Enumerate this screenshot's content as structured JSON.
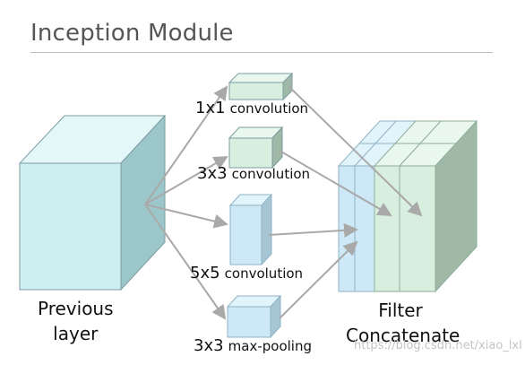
{
  "title": "Inception Module",
  "labels": {
    "previous_layer": [
      "Previous",
      "layer"
    ],
    "conv1_num": "1x1",
    "conv1_text": "convolution",
    "conv3_num": "3x3",
    "conv3_text": "convolution",
    "conv5_num": "5x5",
    "conv5_text": "convolution",
    "pool_num": "3x3",
    "pool_text": "max-pooling",
    "filter_concat": [
      "Filter",
      "Concatenate"
    ]
  },
  "watermark": "https://blog.csdn.net/xiao_lxl",
  "colors": {
    "prev_front": "#cdeff2",
    "prev_top": "#e3f7f8",
    "prev_side": "#9cc7ca",
    "green_front": "#d8eedf",
    "green_top": "#e9f7ee",
    "green_side": "#9fb9a6",
    "blue_front": "#cde9f7",
    "blue_top": "#e1f3fb",
    "blue_side": "#a6c6d6",
    "arrow": "#a9a9a9",
    "edge": "#7c9da0"
  }
}
